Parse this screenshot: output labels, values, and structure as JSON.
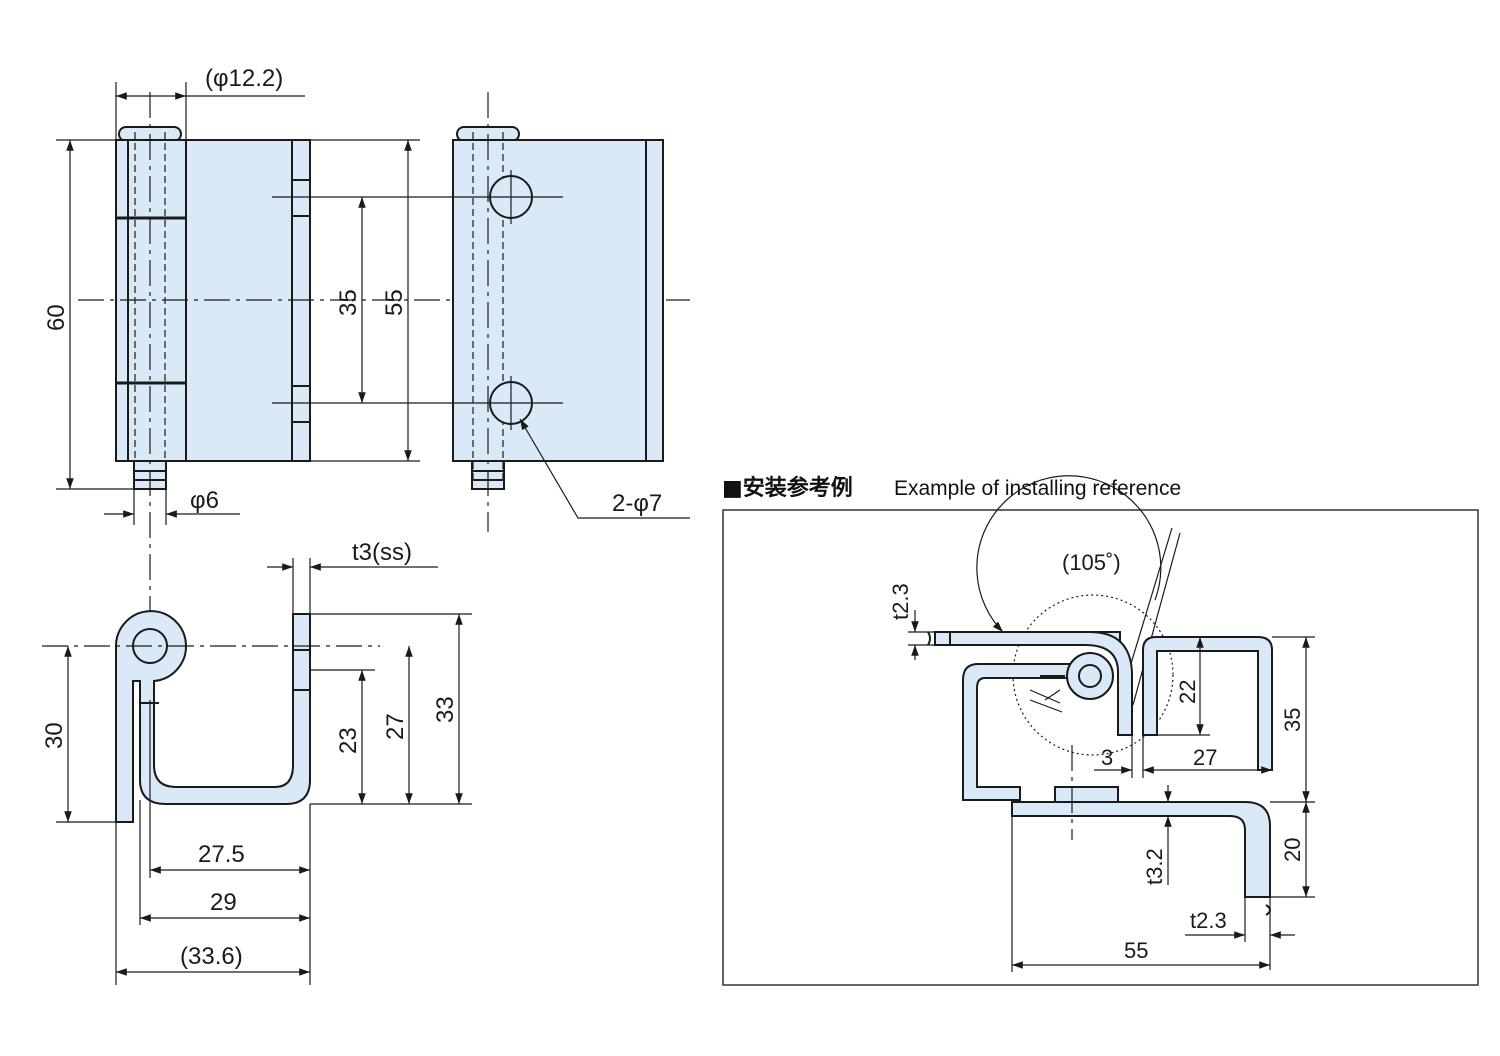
{
  "drawing": {
    "front_view": {
      "dim_pin_head_diameter": "(φ12.2)",
      "dim_height": "60",
      "dim_pin_diameter": "φ6"
    },
    "back_view": {
      "dim_hole_pitch": "35",
      "dim_leaf_height": "55",
      "dim_holes": "2-φ7"
    },
    "side_view": {
      "dim_thickness": "t3(ss)",
      "dim_pin_height": "30",
      "dim_23": "23",
      "dim_27": "27",
      "dim_33": "33",
      "dim_width_inner": "27.5",
      "dim_width_mid": "29",
      "dim_width_overall": "(33.6)"
    },
    "reference": {
      "title": "■安装参考例",
      "subtitle": "Example of installing reference",
      "dim_angle": "(105˚)",
      "dim_t_top": "t2.3",
      "dim_22": "22",
      "dim_35": "35",
      "dim_3": "3",
      "dim_27": "27",
      "dim_t_bottom": "t3.2",
      "dim_20": "20",
      "dim_t_right": "t2.3",
      "dim_55": "55"
    }
  },
  "colors": {
    "part_fill": "#d9e9f8",
    "line": "#1a1a1a"
  }
}
